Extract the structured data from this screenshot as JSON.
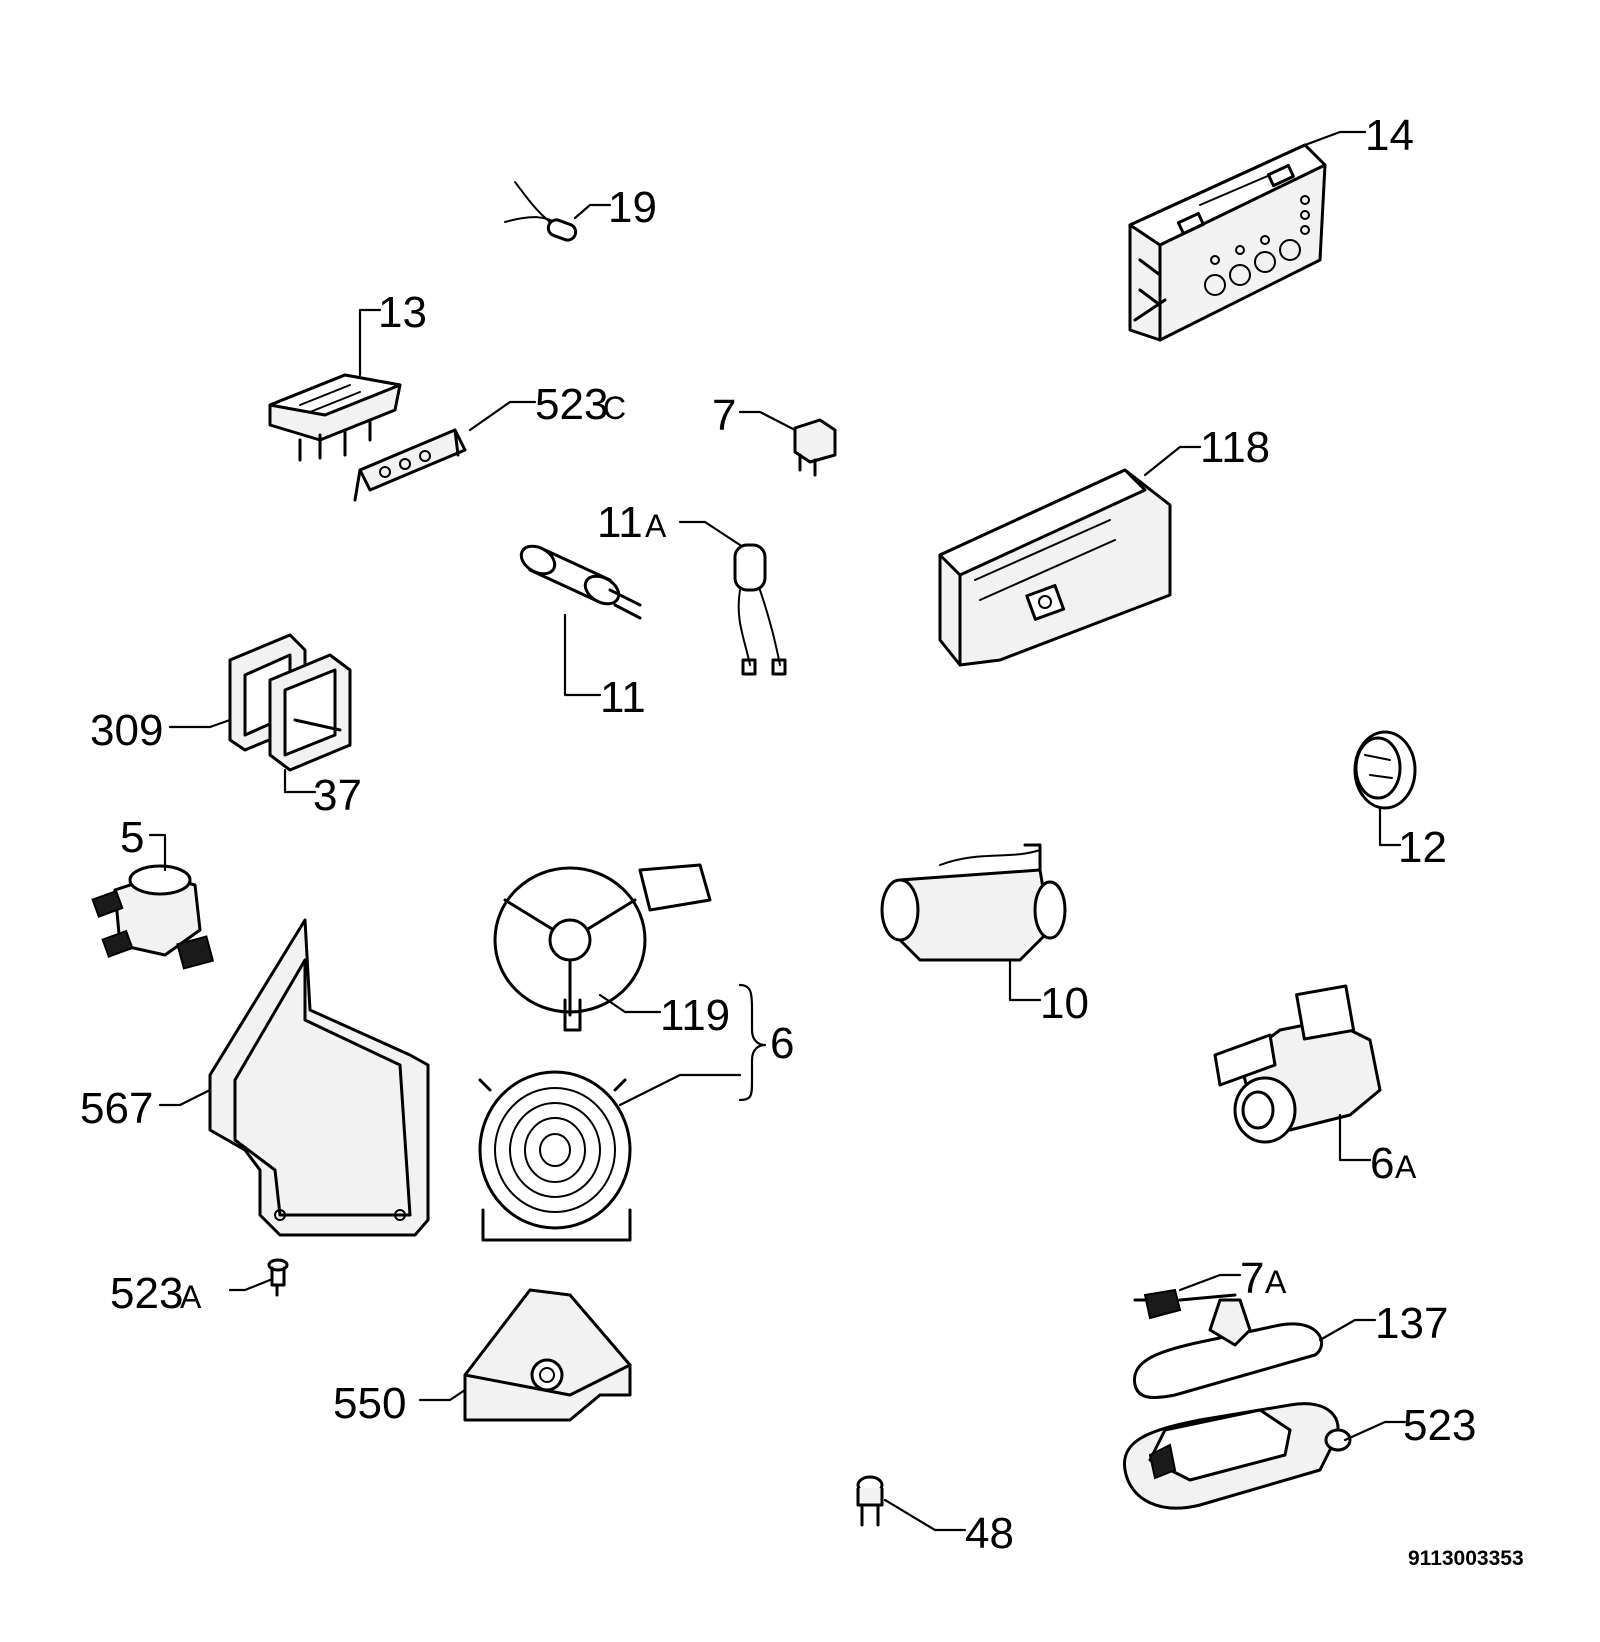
{
  "labels": {
    "p14": "14",
    "p19": "19",
    "p13": "13",
    "p523c": "523",
    "p523c_suffix": "C",
    "p7": "7",
    "p118": "118",
    "p11a": "11",
    "p11a_suffix": "A",
    "p11": "11",
    "p309": "309",
    "p37": "37",
    "p12": "12",
    "p5": "5",
    "p119": "119",
    "p6": "6",
    "p10": "10",
    "p567": "567",
    "p6a": "6",
    "p6a_suffix": "A",
    "p523a": "523",
    "p523a_suffix": "A",
    "p7a": "7",
    "p7a_suffix": "A",
    "p137": "137",
    "p550": "550",
    "p523": "523",
    "p48": "48"
  },
  "document_number": "9113003353"
}
